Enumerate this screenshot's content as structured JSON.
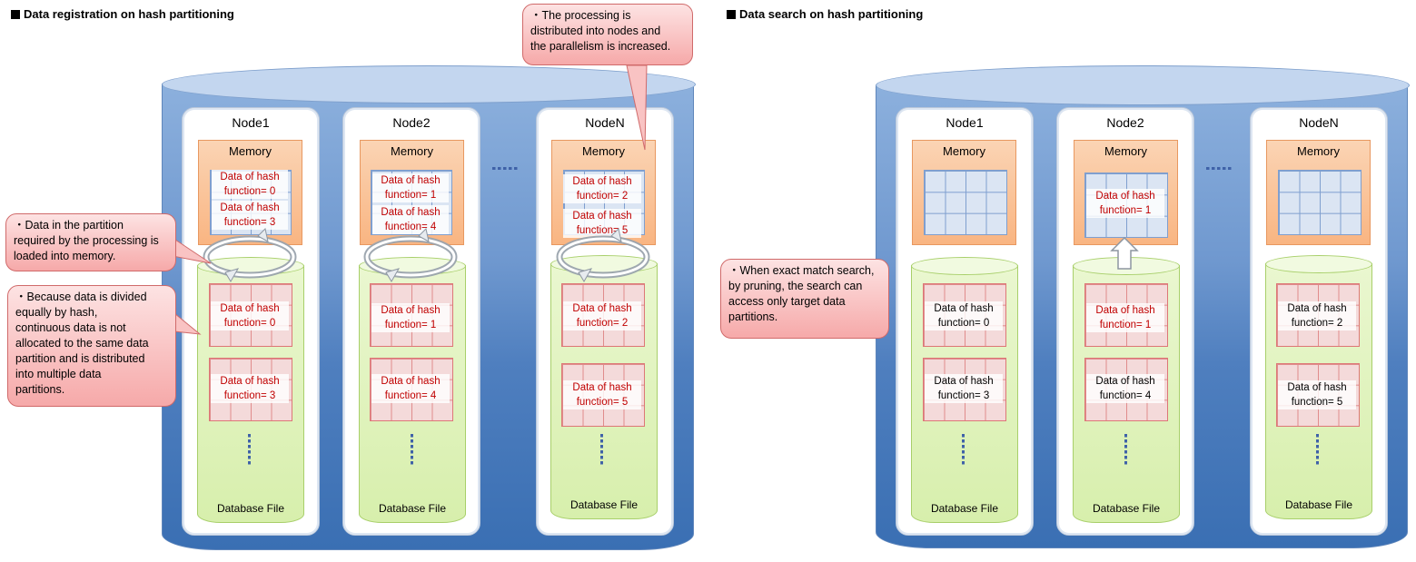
{
  "left": {
    "title": "Data registration on hash partitioning",
    "nodes": [
      {
        "name": "Node1",
        "memory": "Memory",
        "mem_items": [
          "Data of hash\nfunction= 0",
          "Data of hash\nfunction= 3"
        ],
        "db_items": [
          "Data of hash\nfunction= 0",
          "Data of hash\nfunction= 3"
        ],
        "db_label": "Database File"
      },
      {
        "name": "Node2",
        "memory": "Memory",
        "mem_items": [
          "Data of hash\nfunction= 1",
          "Data of hash\nfunction= 4"
        ],
        "db_items": [
          "Data of hash\nfunction= 1",
          "Data of hash\nfunction= 4"
        ],
        "db_label": "Database File"
      },
      {
        "name": "NodeN",
        "memory": "Memory",
        "mem_items": [
          "Data of hash\nfunction= 2",
          "Data of hash\nfunction= 5"
        ],
        "db_items": [
          "Data of hash\nfunction= 2",
          "Data of hash\nfunction= 5"
        ],
        "db_label": "Database File"
      }
    ],
    "callouts": {
      "top": "・The processing is\ndistributed into nodes and\nthe parallelism is increased.",
      "memory": "・Data in the partition\nrequired by the processing is\nloaded into memory.",
      "divide": "・Because data is divided\nequally by hash,\ncontinuous data is not\nallocated to the same data\npartition and is distributed\ninto multiple data\npartitions."
    }
  },
  "right": {
    "title": "Data search on hash partitioning",
    "nodes": [
      {
        "name": "Node1",
        "memory": "Memory",
        "db_items": [
          "Data of hash\nfunction= 0",
          "Data of hash\nfunction= 3"
        ],
        "db_label": "Database File"
      },
      {
        "name": "Node2",
        "memory": "Memory",
        "mem_item": "Data of hash\nfunction= 1",
        "db_items": [
          "Data of hash\nfunction= 1",
          "Data of hash\nfunction= 4"
        ],
        "db_label": "Database File"
      },
      {
        "name": "NodeN",
        "memory": "Memory",
        "db_items": [
          "Data of hash\nfunction= 2",
          "Data of hash\nfunction= 5"
        ],
        "db_label": "Database File"
      }
    ],
    "callout": "・When exact match search,\nby pruning, the search can\naccess only target data\npartitions."
  },
  "colors": {
    "cylinder": "#4f7fbf",
    "memory": "#f9b582",
    "database_file": "#d7efac",
    "callout": "#f6a9a9",
    "hash_text": "#c00000"
  },
  "icons": [
    "rotate-arrows-icon",
    "up-arrow-icon",
    "ellipsis-dots-icon"
  ]
}
